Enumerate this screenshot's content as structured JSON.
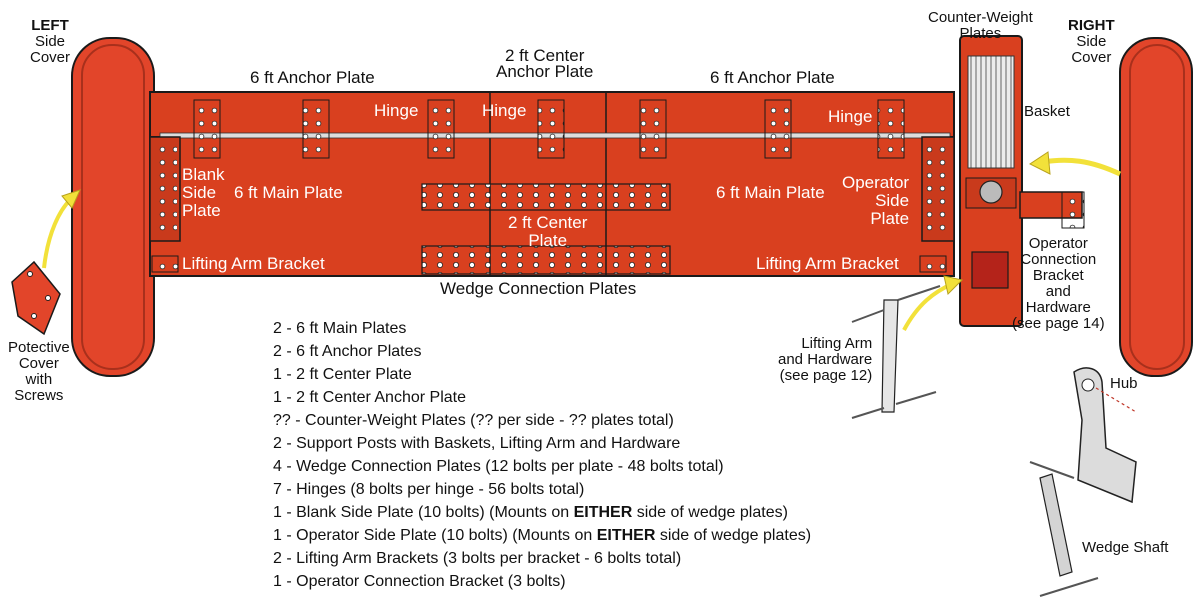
{
  "labels": {
    "left_title": "LEFT",
    "left_sub1": "Side",
    "left_sub2": "Cover",
    "right_title": "RIGHT",
    "right_sub1": "Side",
    "right_sub2": "Cover",
    "anchor_left": "6 ft Anchor Plate",
    "center_anchor_1": "2 ft Center",
    "center_anchor_2": "Anchor Plate",
    "anchor_right": "6 ft Anchor Plate",
    "counterweight_1": "Counter-Weight",
    "counterweight_2": "Plates",
    "basket": "Basket",
    "hinge_a": "Hinge",
    "hinge_b": "Hinge",
    "hinge_c": "Hinge",
    "blank_1": "Blank",
    "blank_2": "Side",
    "blank_3": "Plate",
    "main_left": "6 ft Main Plate",
    "main_right": "6 ft Main Plate",
    "center_plate_1": "2 ft Center",
    "center_plate_2": "Plate",
    "operator_1": "Operator",
    "operator_2": "Side",
    "operator_3": "Plate",
    "lift_bracket_left": "Lifting Arm Bracket",
    "lift_bracket_right": "Lifting Arm Bracket",
    "wedge_plates": "Wedge Connection Plates",
    "op_conn_1": "Operator",
    "op_conn_2": "Connection",
    "op_conn_3": "Bracket",
    "op_conn_4": "and",
    "op_conn_5": "Hardware",
    "op_conn_6": "(see page 14)",
    "protective_1": "Potective",
    "protective_2": "Cover",
    "protective_3": "with",
    "protective_4": "Screws",
    "lift_arm_1": "Lifting Arm",
    "lift_arm_2": "and Hardware",
    "lift_arm_3": "(see page 12)",
    "hub": "Hub",
    "wedge_shaft": "Wedge Shaft"
  },
  "parts_list": [
    {
      "pre": "2 - 6 ft Main Plates",
      "bold": "",
      "post": ""
    },
    {
      "pre": "2 - 6 ft Anchor Plates",
      "bold": "",
      "post": ""
    },
    {
      "pre": "1 - 2 ft Center Plate",
      "bold": "",
      "post": ""
    },
    {
      "pre": "1 - 2 ft Center Anchor Plate",
      "bold": "",
      "post": ""
    },
    {
      "pre": "?? - Counter-Weight Plates (?? per side - ?? plates total)",
      "bold": "",
      "post": ""
    },
    {
      "pre": "2 - Support Posts with Baskets, Lifting Arm and Hardware",
      "bold": "",
      "post": ""
    },
    {
      "pre": "4 - Wedge Connection Plates (12 bolts per plate - 48 bolts total)",
      "bold": "",
      "post": ""
    },
    {
      "pre": "7 - Hinges (8 bolts per hinge - 56 bolts total)",
      "bold": "",
      "post": ""
    },
    {
      "pre": "1 - Blank Side Plate (10 bolts) (Mounts on ",
      "bold": "EITHER",
      "post": " side of wedge plates)"
    },
    {
      "pre": "1 - Operator Side Plate (10 bolts) (Mounts on ",
      "bold": "EITHER",
      "post": " side of wedge plates)"
    },
    {
      "pre": "2 - Lifting Arm Brackets (3 bolts per bracket - 6 bolts total)",
      "bold": "",
      "post": ""
    },
    {
      "pre": "1 - Operator Connection Bracket (3 bolts)",
      "bold": "",
      "post": ""
    }
  ],
  "colors": {
    "plate_red": "#d9401f",
    "plate_dark": "#b4321a",
    "tire_red": "#e2452a",
    "arrow_yellow": "#f2e13a",
    "steel_gray": "#cfcfcf"
  }
}
